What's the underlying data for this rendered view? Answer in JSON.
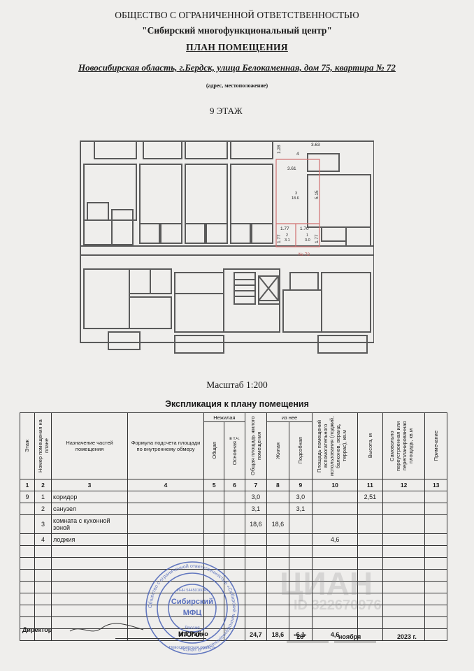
{
  "header": {
    "org_line1": "ОБЩЕСТВО С ОГРАНИЧЕННОЙ ОТВЕТСТВЕННОСТЬЮ",
    "org_line2": "\"Сибирский многофункциональный центр\"",
    "title": "ПЛАН ПОМЕЩЕНИЯ",
    "address": "Новосибирская область, г.Бердск, улица Белокаменная, дом 75, квартира № 72",
    "address_caption": "(адрес, местоположение)",
    "floor": "9 ЭТАЖ"
  },
  "plan": {
    "dims": {
      "d363": "3.63",
      "d128": "1.28",
      "r4": "4",
      "d361": "3.61",
      "d515": "5.15",
      "r3": "3",
      "a3": "18.6",
      "d177a": "1.77",
      "d170": "1.70",
      "r2": "2",
      "a2": "3.1",
      "r1": "1",
      "a1": "3.0",
      "d177b": "1.77",
      "d177c": "1.77",
      "apt": "№ 72"
    }
  },
  "scale": "Масштаб 1:200",
  "explication": {
    "title": "Экспликация к плану помещения",
    "headers": {
      "floor": "Этаж",
      "room_no": "Номер помещения на плане",
      "purpose": "Назначение частей помещения",
      "formula": "Формула подсчета площади по внутреннему обмеру",
      "nonres": "Нежилая",
      "nonres_total": "Общая",
      "incl": "в т.ч.",
      "main": "Основная",
      "total_area": "Общая площадь жилого помещения",
      "of_which": "из нее",
      "living": "Жилая",
      "aux": "Подсобная",
      "balcony": "Площадь помещений вспомогательного использования (лоджий, балконов, веранд, террас), кв.м",
      "height": "Высота, м",
      "unauth": "Самовольно переустроенная или перепланированная площадь, кв.м",
      "remark": "Примечание"
    },
    "col_numbers": [
      "1",
      "2",
      "3",
      "4",
      "5",
      "6",
      "7",
      "8",
      "9",
      "10",
      "11",
      "12",
      "13"
    ],
    "rows": [
      {
        "floor": "9",
        "no": "1",
        "name": "коридор",
        "total": "3,0",
        "living": "",
        "aux": "3,0",
        "balcony": "",
        "height": "2,51"
      },
      {
        "floor": "",
        "no": "2",
        "name": "санузел",
        "total": "3,1",
        "living": "",
        "aux": "3,1",
        "balcony": "",
        "height": ""
      },
      {
        "floor": "",
        "no": "3",
        "name": "комната с кухонной зоной",
        "total": "18,6",
        "living": "18,6",
        "aux": "",
        "balcony": "",
        "height": ""
      },
      {
        "floor": "",
        "no": "4",
        "name": "лоджия",
        "total": "",
        "living": "",
        "aux": "",
        "balcony": "4,6",
        "height": ""
      }
    ],
    "total_label": "ИТОГО:",
    "totals": {
      "total": "24,7",
      "living": "18,6",
      "aux": "6,1",
      "balcony": "4,6"
    }
  },
  "footer": {
    "director_label": "Директор",
    "signer": "М.Г.Райко",
    "date_day": "\"28\"",
    "date_month": "ноября",
    "date_year": "2023 г."
  },
  "stamp": {
    "text_outer": "Общество с ограниченной ответственностью «Сибирский многофункциональный центр»",
    "text_center_top": "Сибирский",
    "text_center_bottom": "МФЦ",
    "text_country": "Россия",
    "text_region": "Новосибирская область",
    "inn": "ИНН 5445016046"
  },
  "watermark": {
    "brand": "ЦИАН",
    "id": "ID 322670976"
  },
  "colors": {
    "paper": "#efeeec",
    "ink": "#1a1a1a",
    "plan_line": "#5a5a5a",
    "highlight": "#d07070",
    "stamp": "#4a63b8"
  }
}
